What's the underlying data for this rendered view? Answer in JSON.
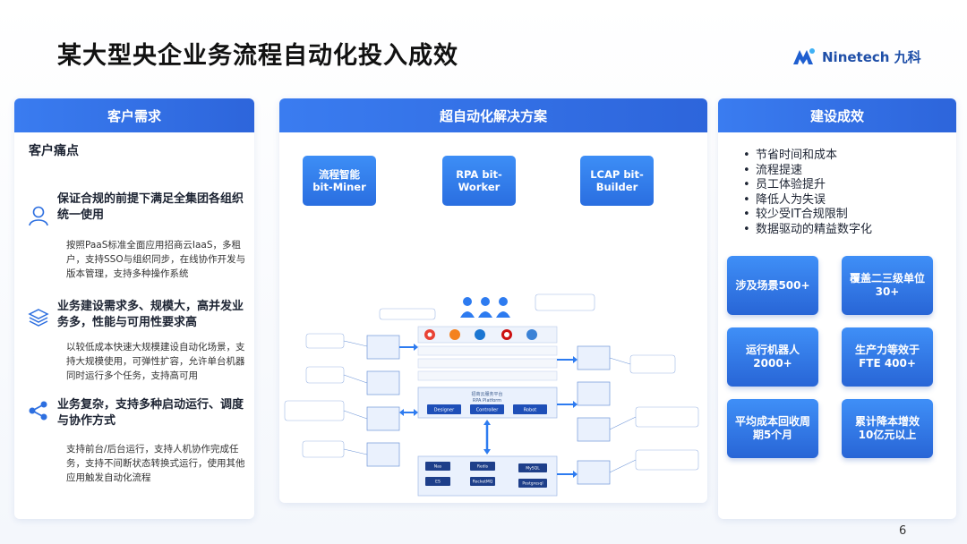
{
  "page": {
    "title": "某大型央企业务流程自动化投入成效",
    "page_number": "6"
  },
  "logo": {
    "brand_text": "Ninetech 九科"
  },
  "left_panel": {
    "header": "客户需求",
    "subtitle": "客户痛点",
    "points": [
      {
        "icon": "user-icon",
        "title": "保证合规的前提下满足全集团各组织统一使用",
        "desc": "按照PaaS标准全面应用招商云IaaS，多租户，支持SSO与组织同步，在线协作开发与版本管理，支持多种操作系统"
      },
      {
        "icon": "layers-icon",
        "title": "业务建设需求多、规模大，高并发业务多，性能与可用性要求高",
        "desc": "以较低成本快速大规模建设自动化场景，支持大规模使用，可弹性扩容，允许单台机器同时运行多个任务，支持高可用"
      },
      {
        "icon": "share-icon",
        "title": "业务复杂，支持多种启动运行、调度与协作方式",
        "desc": "支持前台/后台运行，支持人机协作完成任务，支持不间断状态转换式运行，使用其他应用触发自动化流程"
      }
    ]
  },
  "middle_panel": {
    "header": "超自动化解决方案",
    "tools": [
      "流程智能 bit-Miner",
      "RPA bit-Worker",
      "LCAP bit-Builder"
    ],
    "diagram": {
      "platform_label": "招商云服务平台",
      "rpa_platform": "RPA Platform",
      "modules": [
        "Designer",
        "Controller",
        "Robot"
      ],
      "infra": [
        "Nas",
        "Redis",
        "MySQL",
        "ES",
        "RocketMQ",
        "Postgresql"
      ]
    }
  },
  "right_panel": {
    "header": "建设成效",
    "bullets": [
      "节省时间和成本",
      "流程提速",
      "员工体验提升",
      "降低人为失误",
      "较少受IT合规限制",
      "数据驱动的精益数字化"
    ],
    "stats": [
      "涉及场景500+",
      "覆盖二三级单位30+",
      "运行机器人2000+",
      "生产力等效于FTE 400+",
      "平均成本回收周期5个月",
      "累计降本增效10亿元以上"
    ]
  },
  "colors": {
    "accent": "#2d6fe0",
    "header": "#3a7cf0"
  }
}
